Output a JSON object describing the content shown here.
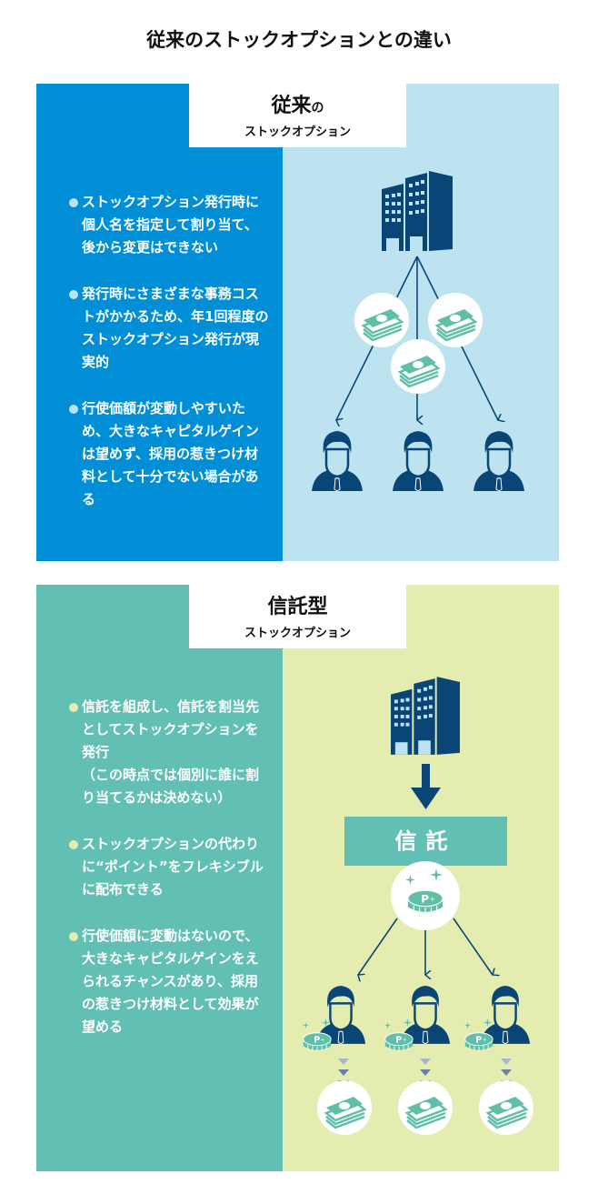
{
  "title": "従来のストックオプションとの違い",
  "traditional": {
    "heading_main": "従来",
    "heading_particle": "の",
    "heading_sub": "ストックオプション",
    "bullets": [
      "ストックオプション発行時に個人名を指定して割り当て、後から変更はできない",
      "発行時にさまざまな事務コストがかかるため、年1回程度のストックオプション発行が現実的",
      "行使価額が変動しやすいため、大きなキャピタルゲインは望めず、採用の惹きつけ材料として十分でない場合がある"
    ]
  },
  "trust_type": {
    "heading_main": "信託型",
    "heading_sub": "ストックオプション",
    "bullets": [
      {
        "text": "信託を組成し、信託を割当先としてストックオプションを発行",
        "note": "（この時点では個別に誰に割り当てるかは決めない）"
      },
      {
        "text": "ストックオプションの代わりに“ポイント”をフレキシブルに配布できる",
        "note": ""
      },
      {
        "text": "行使価額に変動はないので、大きなキャピタルゲインをえられるチャンスがあり、採用の惹きつけ材料として効果が望める",
        "note": ""
      }
    ],
    "trust_label": "信託",
    "coin_letter": "P"
  },
  "colors": {
    "blue": "#008fd6",
    "light_blue": "#bde2f0",
    "teal": "#62bfb4",
    "light_yellow": "#e5ecb0",
    "navy": "#0a4577",
    "money": "#5fbfa8"
  }
}
